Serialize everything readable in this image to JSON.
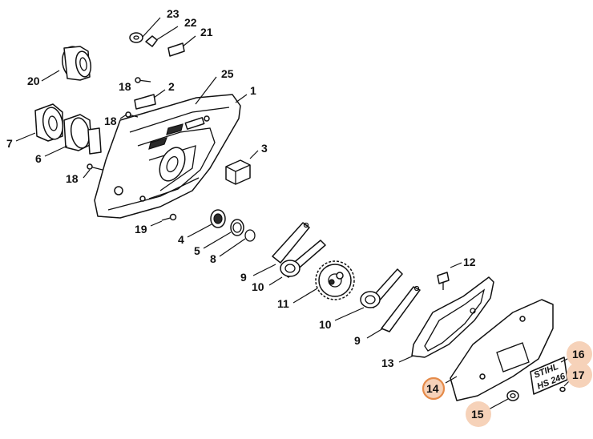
{
  "labels": {
    "p1": "1",
    "p2": "2",
    "p3": "3",
    "p4": "4",
    "p5": "5",
    "p6": "6",
    "p7": "7",
    "p8": "8",
    "p9a": "9",
    "p9b": "9",
    "p10a": "10",
    "p10b": "10",
    "p11": "11",
    "p12": "12",
    "p13": "13",
    "p14": "14",
    "p15": "15",
    "p16": "16",
    "p17": "17",
    "p18a": "18",
    "p18b": "18",
    "p18c": "18",
    "p19": "19",
    "p20": "20",
    "p21": "21",
    "p22": "22",
    "p23": "23",
    "p25": "25"
  },
  "decal": {
    "brand": "STIHL",
    "model": "HS 246"
  },
  "colors": {
    "highlight_fill": "#f6d2b9",
    "highlight_ring": "#e58b4a",
    "ink": "#111111"
  }
}
